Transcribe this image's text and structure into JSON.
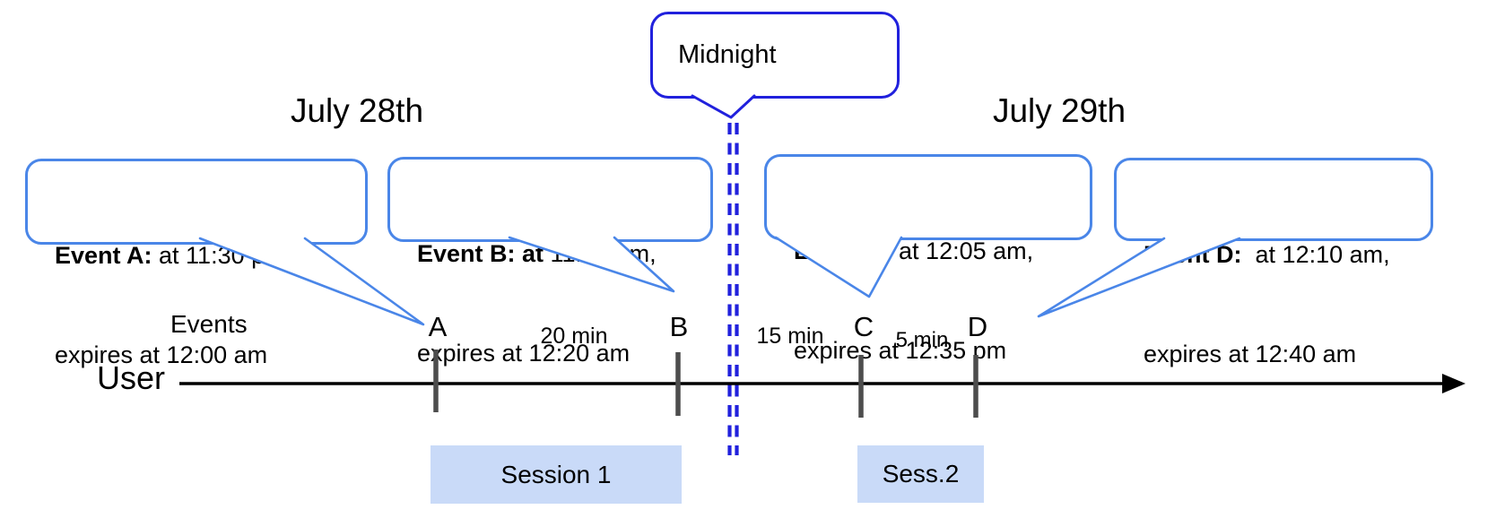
{
  "diagram": {
    "dates": {
      "left": "July 28th",
      "right": "July 29th"
    },
    "midnight_label": "Midnight",
    "events_label": "Events",
    "user_label": "User",
    "callouts": [
      {
        "bold": "Event A:",
        "rest": " at 11:30 pm,",
        "line2": "expires at 12:00 am"
      },
      {
        "bold": "Event B: at",
        "rest": " 11:50 pm,",
        "line2": "expires at 12:20 am"
      },
      {
        "bold": "Event C:",
        "rest": " at 12:05 am,",
        "line2": "expires at 12:35 pm"
      },
      {
        "bold": "Event D:",
        "rest": "  at 12:10 am,",
        "line2": "expires at 12:40 am"
      }
    ],
    "ticks": [
      {
        "label": "A"
      },
      {
        "label": "B"
      },
      {
        "label": "C"
      },
      {
        "label": "D"
      }
    ],
    "intervals": [
      {
        "label": "20 min"
      },
      {
        "label": "15 min"
      },
      {
        "label": "5 min"
      }
    ],
    "sessions": [
      {
        "label": "Session 1"
      },
      {
        "label": "Sess.2"
      }
    ]
  },
  "colors": {
    "event_border": "#4a86e8",
    "midnight_blue": "#2121dd",
    "session_fill": "#c9daf8",
    "tick_gray": "#4d4d4d",
    "text": "#000000"
  }
}
